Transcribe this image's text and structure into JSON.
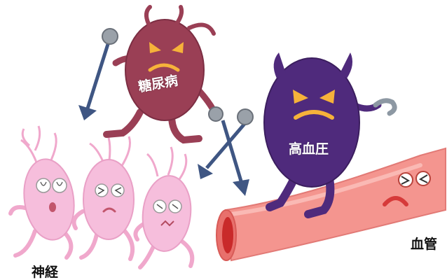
{
  "labels": {
    "diabetes": "糖尿病",
    "hypertension": "高血圧",
    "blood_vessel": "血管",
    "nerve": "神経"
  },
  "colors": {
    "diabetes_body": "#9a3f55",
    "hypertension_body": "#4f2a7c",
    "vessel": "#f3908c",
    "nerve_cell": "#f6bedc",
    "spear_shaft": "#3f5683",
    "spear_ball": "#9aa1a9",
    "eye": "#f6b23a"
  }
}
